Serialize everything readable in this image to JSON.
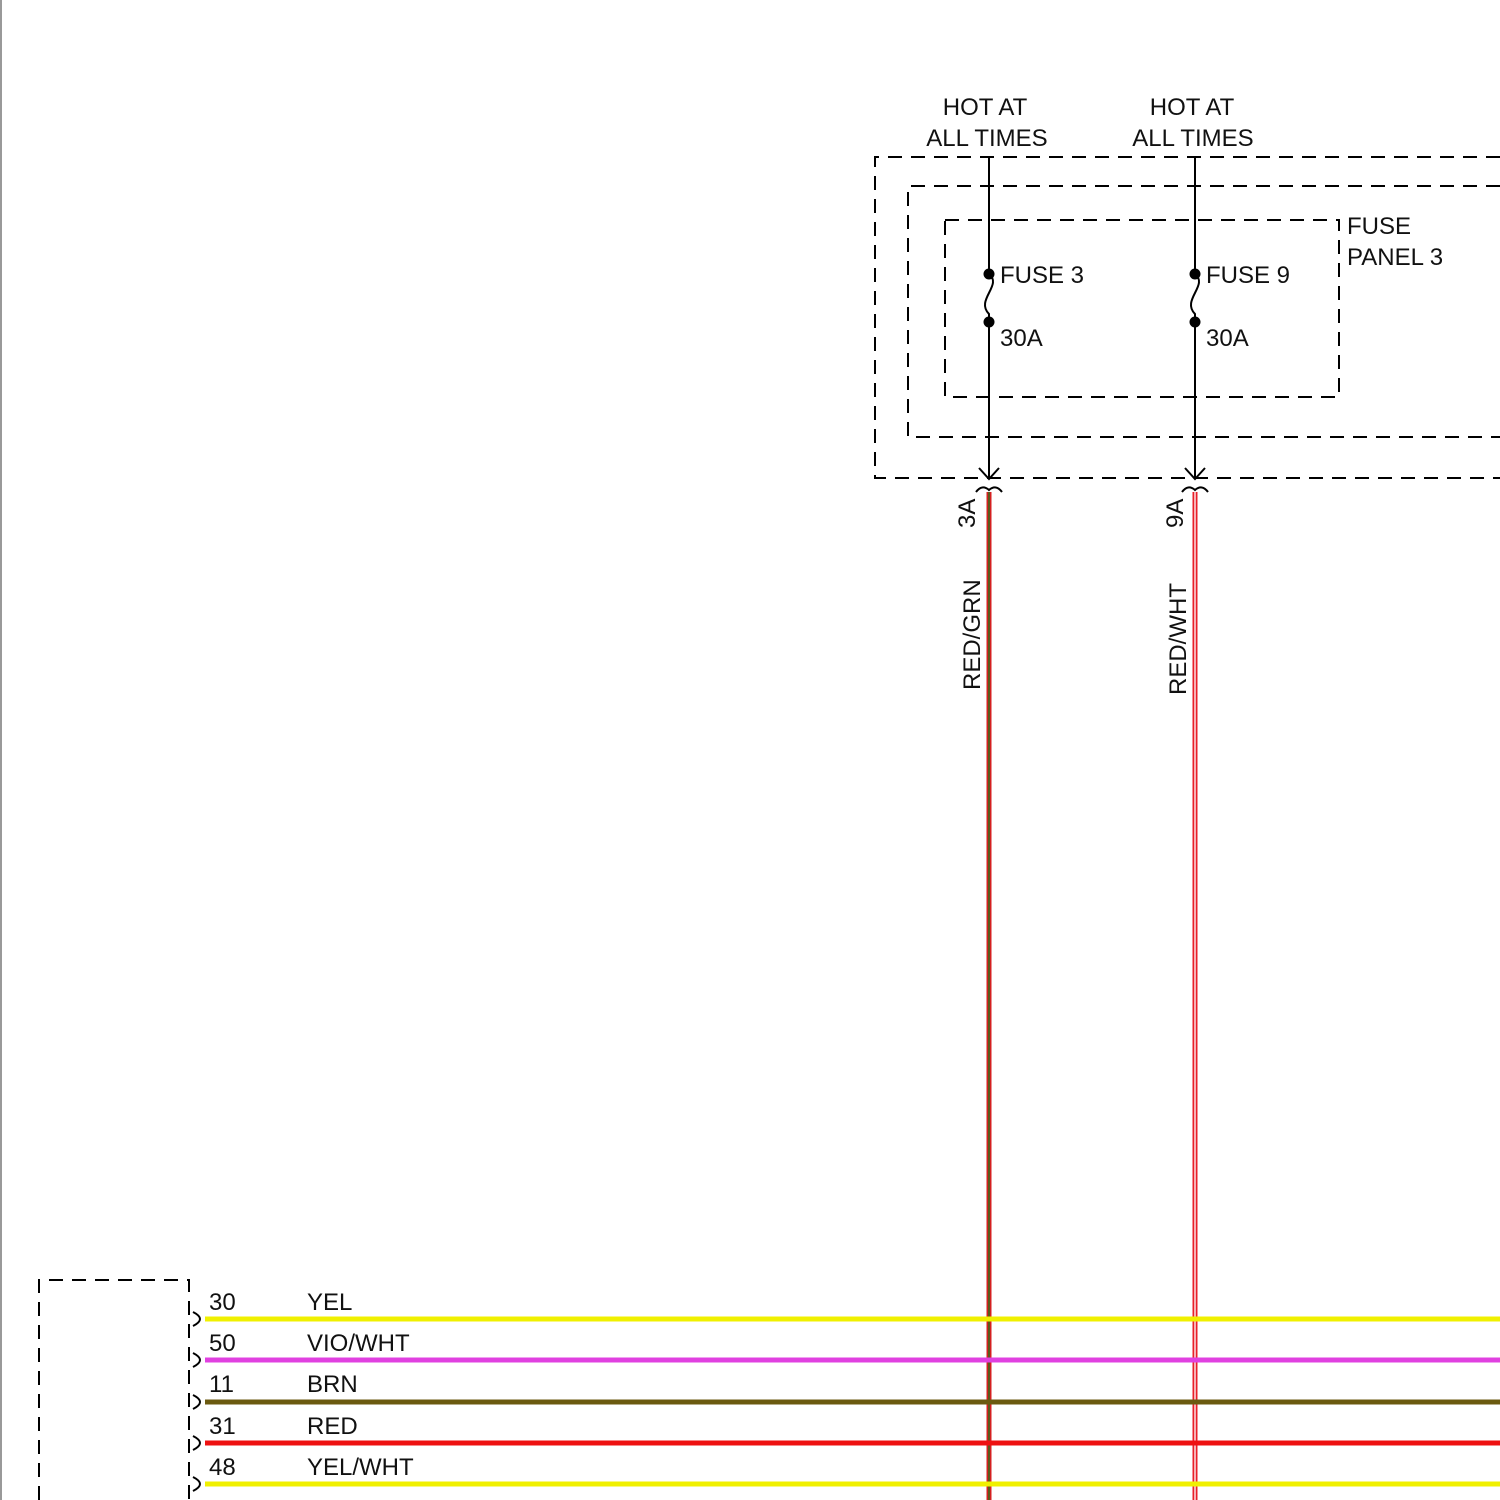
{
  "fuse_feeds": [
    {
      "hot_line1": "HOT AT",
      "hot_line2": "ALL TIMES",
      "fuse_label": "FUSE 3",
      "rating": "30A",
      "terminal": "3A",
      "wire_color_label": "RED/GRN",
      "wire_color": "#d42020",
      "stripe_color": "#1a7a1a"
    },
    {
      "hot_line1": "HOT AT",
      "hot_line2": "ALL TIMES",
      "fuse_label": "FUSE 9",
      "rating": "30A",
      "terminal": "9A",
      "wire_color_label": "RED/WHT",
      "wire_color": "#e8202a",
      "stripe_color": "#ffffff"
    }
  ],
  "fuse_panel": {
    "line1": "FUSE",
    "line2": "PANEL 3"
  },
  "connector_wires": [
    {
      "pin": "30",
      "color_label": "YEL",
      "color": "#f0f000"
    },
    {
      "pin": "50",
      "color_label": "VIO/WHT",
      "color": "#e040e0"
    },
    {
      "pin": "11",
      "color_label": "BRN",
      "color": "#6b5a10"
    },
    {
      "pin": "31",
      "color_label": "RED",
      "color": "#ee1111"
    },
    {
      "pin": "48",
      "color_label": "YEL/WHT",
      "color": "#f0f000"
    }
  ]
}
